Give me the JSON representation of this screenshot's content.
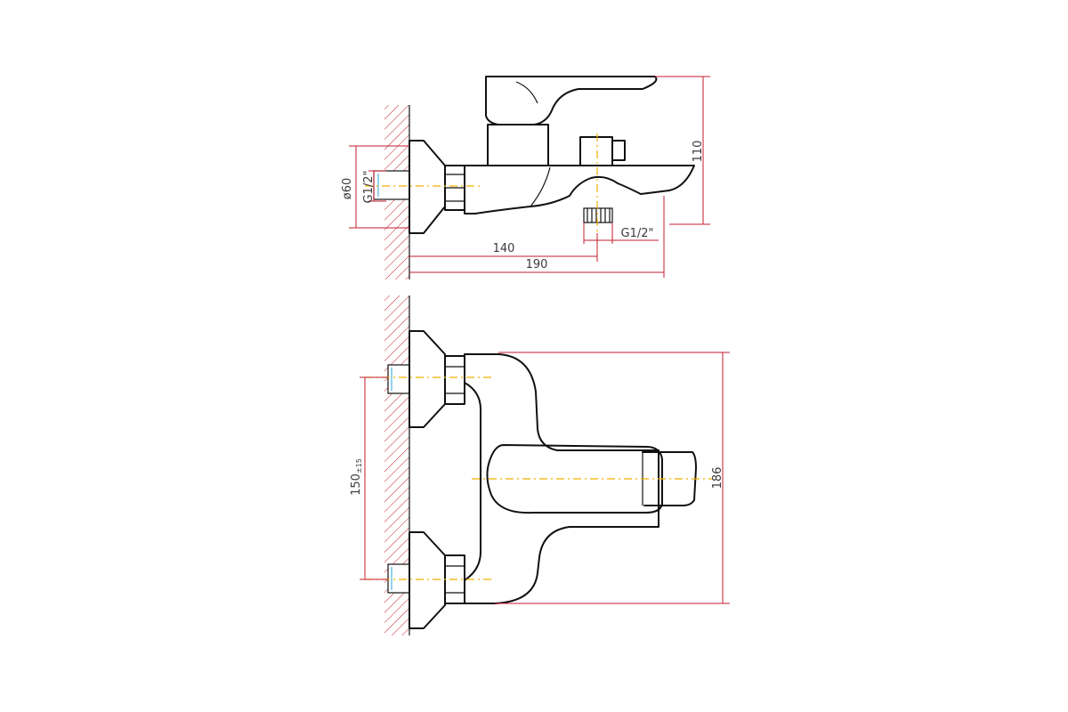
{
  "colors": {
    "outline": "#111111",
    "dimension": "#c41e2e",
    "centerline": "#f0b000",
    "thread": "#2aa0d8",
    "wall_hatch": "#c41e2e"
  },
  "side_view": {
    "dims": {
      "d_height": "110",
      "d_flange": "ø60",
      "d_thread_inlet": "G1/2\"",
      "d_thread_outlet": "G1/2\"",
      "d_axis": "140",
      "d_total": "190"
    }
  },
  "top_view": {
    "dims": {
      "d_spacing_value": "150",
      "d_spacing_tol": "±15",
      "d_depth": "186"
    }
  }
}
